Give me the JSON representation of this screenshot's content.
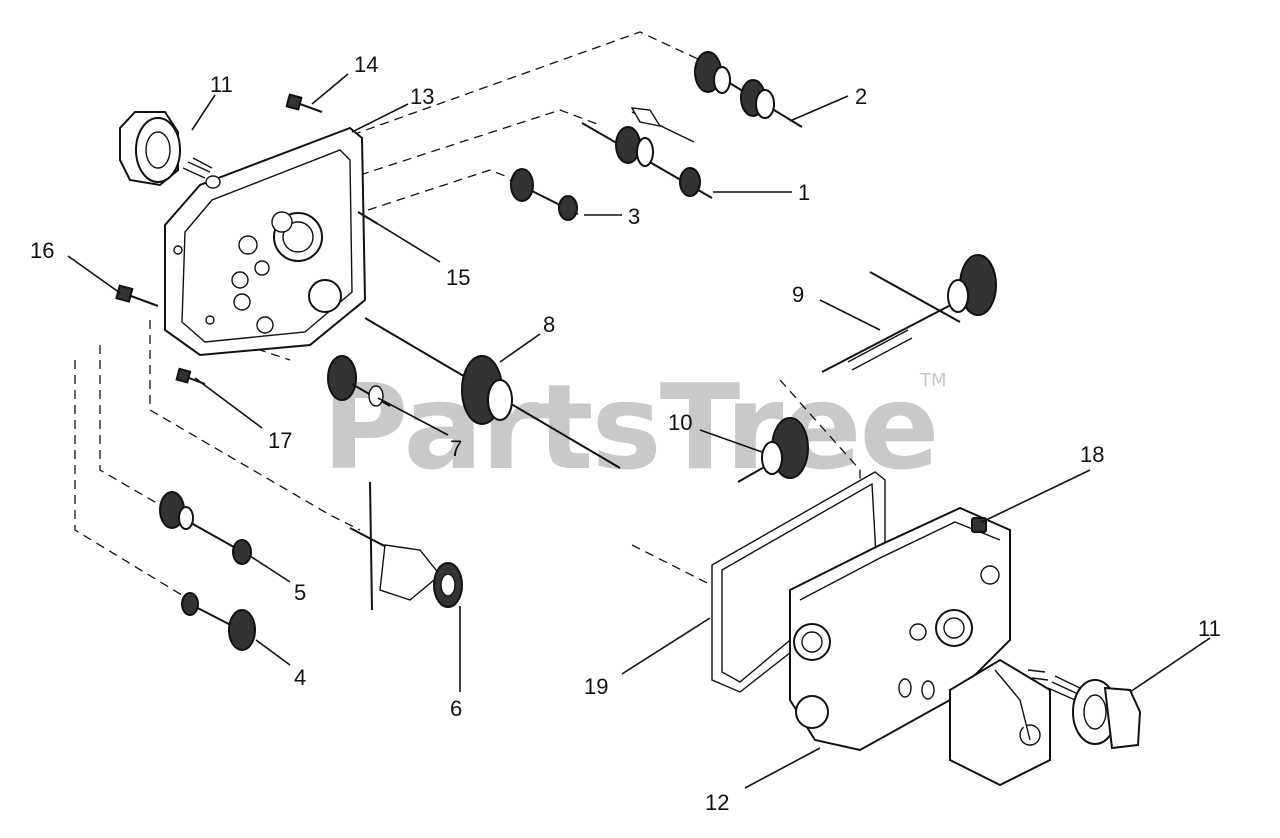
{
  "watermark": {
    "text": "PartsTree",
    "trademark": "TM"
  },
  "callouts": [
    {
      "id": "c1",
      "label": "1"
    },
    {
      "id": "c2",
      "label": "2"
    },
    {
      "id": "c3",
      "label": "3"
    },
    {
      "id": "c4",
      "label": "4"
    },
    {
      "id": "c5",
      "label": "5"
    },
    {
      "id": "c6",
      "label": "6"
    },
    {
      "id": "c7",
      "label": "7"
    },
    {
      "id": "c8",
      "label": "8"
    },
    {
      "id": "c9",
      "label": "9"
    },
    {
      "id": "c10",
      "label": "10"
    },
    {
      "id": "c11a",
      "label": "11"
    },
    {
      "id": "c11b",
      "label": "11"
    },
    {
      "id": "c12",
      "label": "12"
    },
    {
      "id": "c13",
      "label": "13"
    },
    {
      "id": "c14",
      "label": "14"
    },
    {
      "id": "c15",
      "label": "15"
    },
    {
      "id": "c16",
      "label": "16"
    },
    {
      "id": "c17",
      "label": "17"
    },
    {
      "id": "c18",
      "label": "18"
    },
    {
      "id": "c19",
      "label": "19"
    }
  ]
}
